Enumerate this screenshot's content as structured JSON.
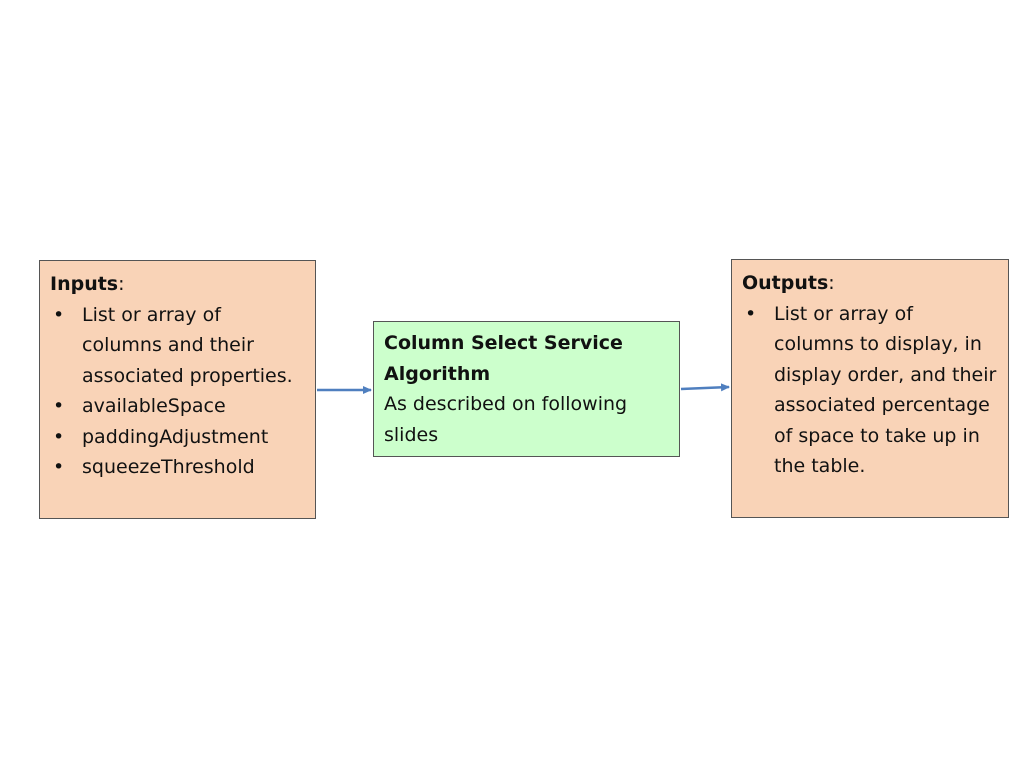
{
  "inputs": {
    "heading": "Inputs",
    "colon": ":",
    "items": [
      "List or array of columns and their associated properties.",
      "availableSpace",
      "paddingAdjustment",
      "squeezeThreshold"
    ]
  },
  "algorithm": {
    "title_line1": "Column Select Service",
    "title_line2": "Algorithm",
    "description": "As described on following slides"
  },
  "outputs": {
    "heading": "Outputs",
    "colon": ":",
    "items": [
      "List or array of columns to display, in display order, and their associated percentage of space to take up in the table."
    ]
  },
  "colors": {
    "io_box_fill": "#f9d3b7",
    "algo_box_fill": "#ccffcc",
    "arrow": "#4f7fbf"
  },
  "bullet_glyph": "•"
}
